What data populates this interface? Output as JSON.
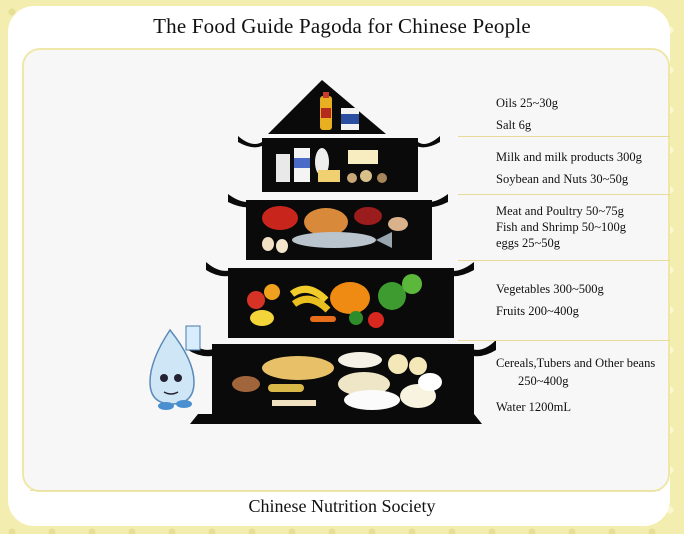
{
  "title": "The Food Guide Pagoda for Chinese People",
  "footer": "Chinese Nutrition Society",
  "tiers": [
    {
      "lines": [
        "Oils 25~30g",
        "Salt 6g"
      ]
    },
    {
      "lines": [
        "Milk and milk products 300g",
        "Soybean and Nuts 30~50g"
      ]
    },
    {
      "lines": [
        "Meat and Poultry 50~75g",
        "Fish and Shrimp 50~100g",
        "eggs  25~50g"
      ]
    },
    {
      "lines": [
        "Vegetables 300~500g",
        "Fruits 200~400g"
      ]
    },
    {
      "lines": [
        "Cereals,Tubers and Other beans",
        "250~400g",
        "Water  1200mL"
      ]
    }
  ],
  "colors": {
    "pagoda": "#0a0a0a",
    "background": "#f3eeb0",
    "divider": "#e6dc98"
  },
  "icons": [
    "oil-bottle-icon",
    "salt-icon",
    "milk-icon",
    "meat-icon",
    "fish-icon",
    "vegetables-icon",
    "fruits-icon",
    "grains-icon",
    "water-drop-mascot-icon"
  ]
}
